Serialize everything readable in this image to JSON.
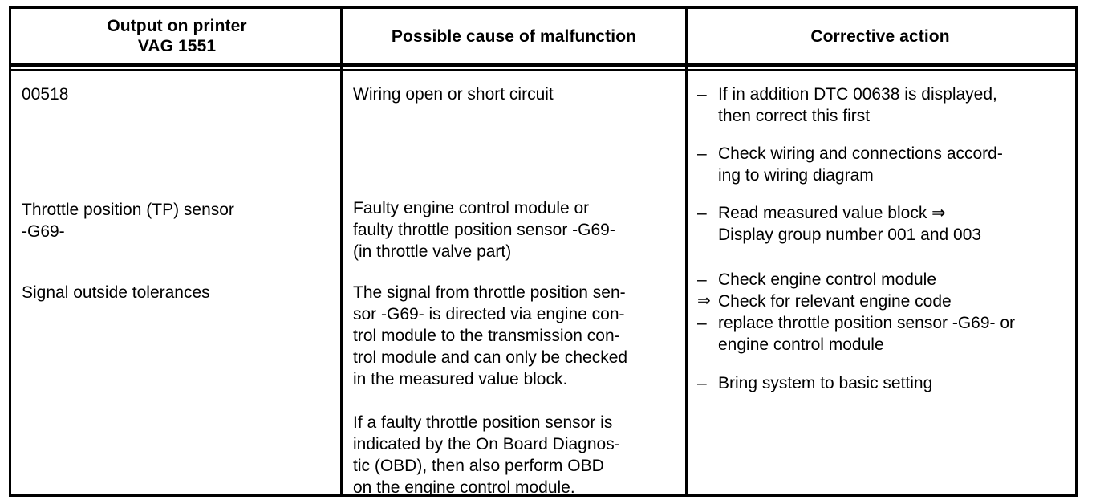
{
  "table": {
    "headers": [
      {
        "line1": "Output on printer",
        "line2": "VAG 1551"
      },
      {
        "line1": "Possible cause of malfunction",
        "line2": ""
      },
      {
        "line1": "Corrective action",
        "line2": ""
      }
    ],
    "col1": {
      "blocks": [
        {
          "text": "00518"
        },
        {
          "text": "Throttle position (TP) sensor\n-G69-"
        },
        {
          "text": "Signal outside tolerances"
        }
      ]
    },
    "col2": {
      "blocks": [
        {
          "text": "Wiring open or short circuit"
        },
        {
          "text": "Faulty engine control module or\nfaulty throttle position sensor -G69-\n(in throttle valve part)"
        },
        {
          "text": "The signal from throttle position sen-\nsor -G69- is directed via engine con-\ntrol module to the transmission con-\ntrol module and can only be checked\nin the measured value block."
        },
        {
          "text": "If a faulty throttle position sensor is\nindicated by the On Board Diagnos-\ntic (OBD), then also perform OBD\non the engine control module."
        }
      ]
    },
    "col3": {
      "items": [
        {
          "marker": "–",
          "text": "If in addition DTC 00638 is displayed,\nthen correct this first"
        },
        {
          "marker": "–",
          "text": "Check wiring and connections accord-\ning to wiring diagram"
        },
        {
          "marker": "–",
          "text": "Read measured value block ⇒\nDisplay group number 001 and 003"
        },
        {
          "marker": "–",
          "text": "Check engine control module"
        },
        {
          "marker": "⇒",
          "text": "Check for relevant engine code"
        },
        {
          "marker": "–",
          "text": "replace throttle position sensor -G69- or\nengine control module"
        },
        {
          "marker": "–",
          "text": "Bring system to basic setting"
        }
      ]
    }
  },
  "colors": {
    "ink": "#000000",
    "paper": "#ffffff"
  }
}
